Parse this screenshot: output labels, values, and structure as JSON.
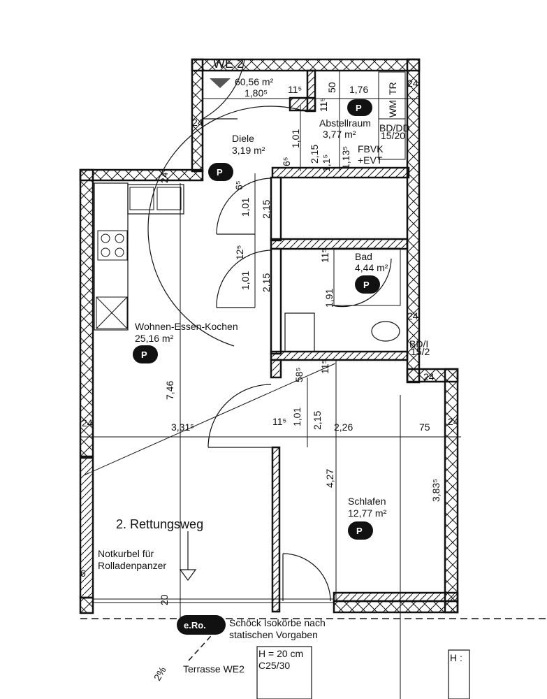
{
  "plan": {
    "unit_label": "WE 2",
    "total_area": "60,56 m²",
    "level_mark": "1,80⁵",
    "badge": "P",
    "rooms": [
      {
        "name": "Diele",
        "area": "3,19 m²"
      },
      {
        "name": "Abstellraum",
        "area": "3,77 m²"
      },
      {
        "name": "Bad",
        "area": "4,44 m²"
      },
      {
        "name": "Wohnen-Essen-Kochen",
        "area": "25,16 m²"
      },
      {
        "name": "Schlafen",
        "area": "12,77 m²"
      }
    ],
    "fixtures": {
      "wm": "WM",
      "tr": "TR",
      "fbvk_1": "FBVK",
      "fbvk_2": "+EVT",
      "bd_1": "BD/DD",
      "bd_2": "15/20",
      "bd_b1": "BD/I",
      "bd_b2": "15/2"
    },
    "notes": {
      "rettungsweg": "2. Rettungsweg",
      "notkurbel_1": "Notkurbel für",
      "notkurbel_2": "Rolladenpanzer",
      "eroz": "e.Ro.",
      "schoeck_1": "Schöck Isokörbe nach",
      "schoeck_2": "statischen Vorgaben",
      "h20": "H = 20 cm",
      "c25": "C25/30",
      "h_right": "H :",
      "terrasse": "Terrasse WE2",
      "percent": "2%"
    },
    "dimensions": {
      "d_115a": "11⁵",
      "d_50": "50",
      "d_176": "1,76",
      "d_24a": "24",
      "d_115b": "11⁵",
      "d_24b": "24",
      "d_101a": "1,01",
      "d_215a": "2,15",
      "d_113": "1,13⁵",
      "d_65a": "6⁵",
      "d_115c": "1,1⁵",
      "d_65b": "6⁵",
      "d_24c": "24",
      "d_101b": "1,01",
      "d_215b": "2,15",
      "d_125": "12⁵",
      "d_115d": "11⁵",
      "d_101c": "1,01",
      "d_215c": "2,15",
      "d_191": "1,91",
      "d_24d": "24",
      "d_746": "7,46",
      "d_585": "58⁵",
      "d_115e": "11⁵",
      "d_24e": "24",
      "d_24f": "24",
      "d_3315": "3,31⁵",
      "d_115f": "11⁵",
      "d_101d": "1,01",
      "d_215d": "2,15",
      "d_226": "2,26",
      "d_75": "75",
      "d_24g": "24",
      "d_427": "4,27",
      "d_3835": "3,83⁵",
      "d_20": "20",
      "d_6": "6"
    }
  }
}
